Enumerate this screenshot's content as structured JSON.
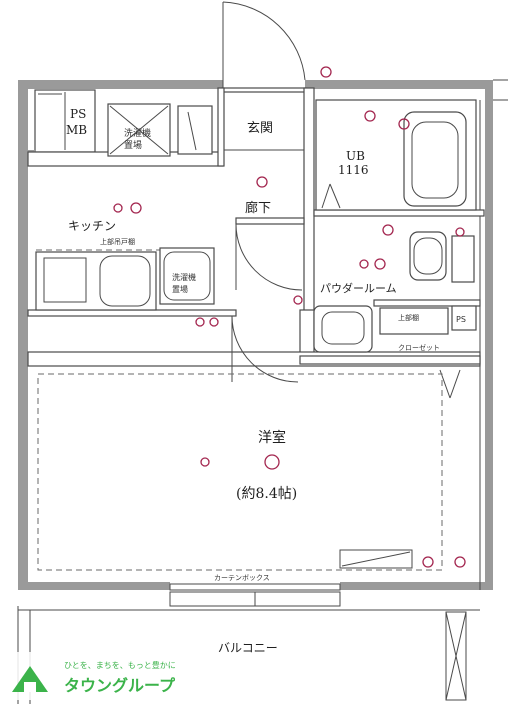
{
  "rooms": {
    "ps_mb": "PS\nMB",
    "washing_machine": "洗濯機\n置場",
    "entrance": "玄関",
    "unit_bath": "UB\n1116",
    "kitchen": "キッチン",
    "hallway": "廊下",
    "upper_cabinet": "上部吊戸棚",
    "washer_space": "洗濯機\n置場",
    "powder_room": "パウダールーム",
    "upper_shelf": "上部棚",
    "ps_small": "PS",
    "closet": "クローゼット",
    "western_room": "洋室",
    "western_room_area": "(約8.4帖)",
    "curtain_box": "カーテンボックス",
    "balcony": "バルコニー"
  },
  "brand": {
    "tagline": "ひとを、まちを、もっと豊かに",
    "name": "タウングループ",
    "accent": "#3bb34a"
  },
  "colors": {
    "wall": "#9a9a9a",
    "line": "#4a4a4a",
    "mark": "#a3264f"
  },
  "icons": [
    "outlet-icon",
    "light-fixture-icon",
    "ventilation-fan-icon",
    "stove-icon",
    "sink-icon",
    "bathtub-icon",
    "toilet-icon",
    "washbasin-icon",
    "door-swing-icon"
  ]
}
